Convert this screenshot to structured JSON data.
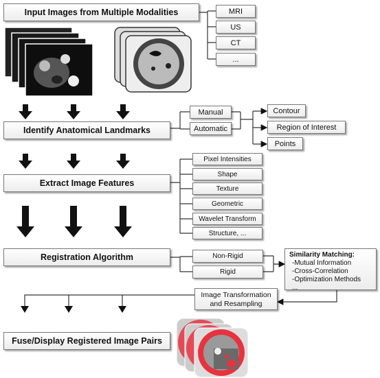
{
  "boxes": {
    "input": "Input Images from Multiple Modalities",
    "landmarks": "Identify Anatomical Landmarks",
    "features": "Extract Image Features",
    "registration": "Registration Algorithm",
    "fuse": "Fuse/Display Registered Image Pairs"
  },
  "modalities": [
    "MRI",
    "US",
    "CT",
    "..."
  ],
  "landmark_methods": [
    "Manual",
    "Automatic"
  ],
  "landmark_types": [
    "Contour",
    "Region of Interest",
    "Points"
  ],
  "feature_types": [
    "Pixel Intensities",
    "Shape",
    "Texture",
    "Geometric",
    "Wavelet Transform",
    "Structure, ..."
  ],
  "registration_types": [
    "Non-Rigid",
    "Rigid"
  ],
  "similarity": {
    "title": "Similarity Matching:",
    "items": [
      "-Mutual Information",
      "-Cross-Correlation",
      "-Optimization Methods",
      "..."
    ]
  },
  "transform": {
    "line1": "Image Transformation",
    "line2": "and Resampling"
  }
}
